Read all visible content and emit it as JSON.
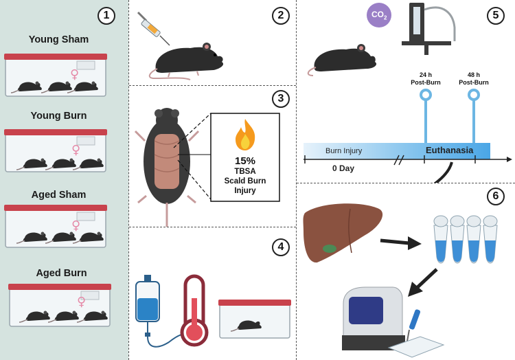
{
  "steps": [
    "1",
    "2",
    "3",
    "4",
    "5",
    "6"
  ],
  "groups": [
    {
      "label": "Young Sham",
      "sex_icon": "female-symbol-icon"
    },
    {
      "label": "Young Burn",
      "sex_icon": "female-symbol-icon"
    },
    {
      "label": "Aged Sham",
      "sex_icon": "female-symbol-icon"
    },
    {
      "label": "Aged Burn",
      "sex_icon": "female-symbol-icon"
    }
  ],
  "burn": {
    "percent": "15%",
    "line1": "TBSA",
    "line2": "Scald Burn",
    "line3": "Injury"
  },
  "co2": {
    "text": "CO",
    "sub": "2"
  },
  "timeline": {
    "start_label": "Burn Injury",
    "day_label": "0 Day",
    "end_label": "Euthanasia",
    "post1": {
      "time": "24 h",
      "label": "Post-Burn"
    },
    "post2": {
      "time": "48 h",
      "label": "Post-Burn"
    }
  },
  "colors": {
    "panel_bg": "#d5e3df",
    "cage_lid": "#c8424c",
    "timeline_blue": "#5fb0e6",
    "pin_blue": "#6cb6e3",
    "flame": "#f59a1d",
    "liver": "#8a5240",
    "female_symbol": "#e58aa8"
  }
}
